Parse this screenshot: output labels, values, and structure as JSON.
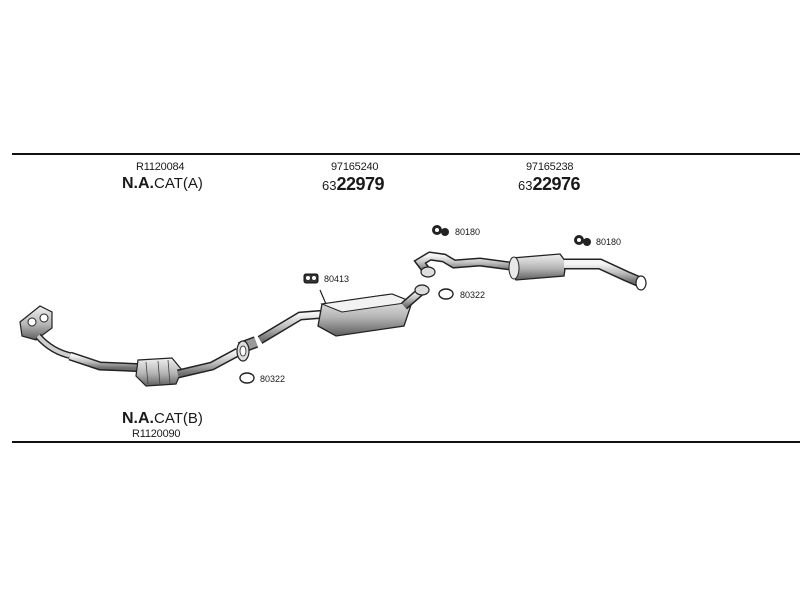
{
  "header_left": {
    "code": "R1120084",
    "variant_bold": "N.A.",
    "variant_rest": "CAT(A)"
  },
  "header_mid": {
    "code": "97165240",
    "partno_prefix": "63",
    "partno_bold": "22979"
  },
  "header_right": {
    "code": "97165238",
    "partno_prefix": "63",
    "partno_bold": "22976"
  },
  "footer_left": {
    "variant_bold": "N.A.",
    "variant_rest": "CAT(B)",
    "code": "R1120090"
  },
  "callouts": {
    "hanger_front": "80413",
    "gasket_front": "80322",
    "gasket_mid": "80322",
    "hanger_mid": "80180",
    "hanger_rear": "80180"
  }
}
